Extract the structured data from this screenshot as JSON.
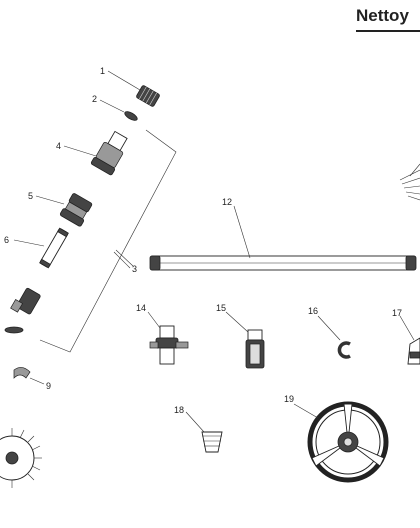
{
  "header": {
    "title": "Nettoy"
  },
  "labels": {
    "p1": "1",
    "p2": "2",
    "p3": "3",
    "p4": "4",
    "p5": "5",
    "p6": "6",
    "p9": "9",
    "p12": "12",
    "p14": "14",
    "p15": "15",
    "p16": "16",
    "p17": "17",
    "p18": "18",
    "p19": "19"
  },
  "colors": {
    "ink": "#222222",
    "background": "#ffffff"
  }
}
